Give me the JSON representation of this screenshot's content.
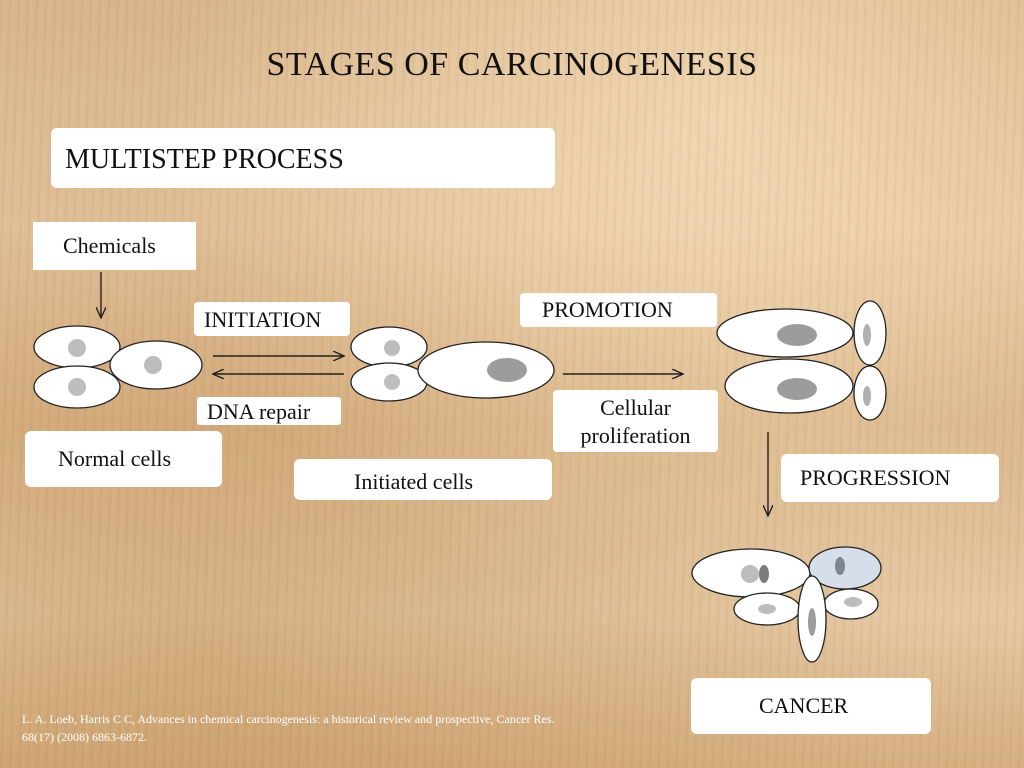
{
  "title": "STAGES OF CARCINOGENESIS",
  "subtitle": "MULTISTEP PROCESS",
  "labels": {
    "chemicals": "Chemicals",
    "initiation": "INITIATION",
    "dna_repair": "DNA repair",
    "normal_cells": "Normal cells",
    "initiated_cells": "Initiated cells",
    "promotion": "PROMOTION",
    "cellular_proliferation_line1": "Cellular",
    "cellular_proliferation_line2": "proliferation",
    "progression": "PROGRESSION",
    "cancer": "CANCER"
  },
  "citation": {
    "line1": "L. A. Loeb, Harris C C, Advances in chemical carcinogenesis: a historical review and prospective, Cancer Res.",
    "line2": "68(17) (2008) 6863-6872."
  },
  "colors": {
    "cell_fill": "#ffffff",
    "nucleus_normal": "#b8b8b8",
    "nucleus_dark": "#9a9a9a",
    "highlight_cell": "#d6deea",
    "arrow": "#222222"
  }
}
